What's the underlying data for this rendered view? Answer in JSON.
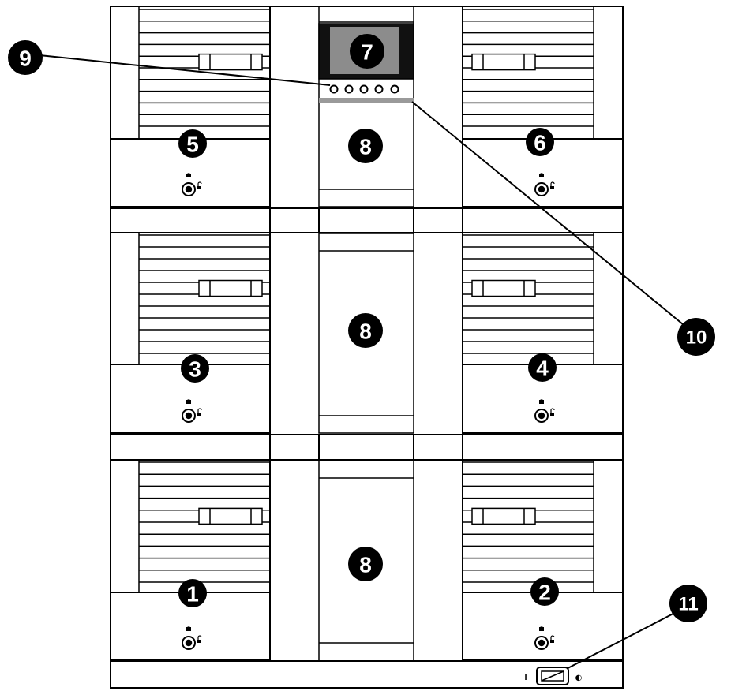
{
  "callouts": [
    {
      "id": "callout-1",
      "label": "1"
    },
    {
      "id": "callout-2",
      "label": "2"
    },
    {
      "id": "callout-3",
      "label": "3"
    },
    {
      "id": "callout-4",
      "label": "4"
    },
    {
      "id": "callout-5",
      "label": "5"
    },
    {
      "id": "callout-6",
      "label": "6"
    },
    {
      "id": "callout-7",
      "label": "7"
    },
    {
      "id": "callout-8a",
      "label": "8"
    },
    {
      "id": "callout-8b",
      "label": "8"
    },
    {
      "id": "callout-8c",
      "label": "8"
    },
    {
      "id": "callout-9",
      "label": "9"
    },
    {
      "id": "callout-10",
      "label": "10"
    },
    {
      "id": "callout-11",
      "label": "11"
    }
  ],
  "power_switch": {
    "on_symbol": "I",
    "standby_symbol": "◐"
  },
  "colors": {
    "line": "#000000",
    "callout_fill": "#000000",
    "display_bezel": "#111111",
    "display_screen": "#8c8c8c",
    "status_strip": "#9a9a9a"
  },
  "icons": [
    "key-lock-icon",
    "lock-closed-icon",
    "lock-open-icon"
  ]
}
